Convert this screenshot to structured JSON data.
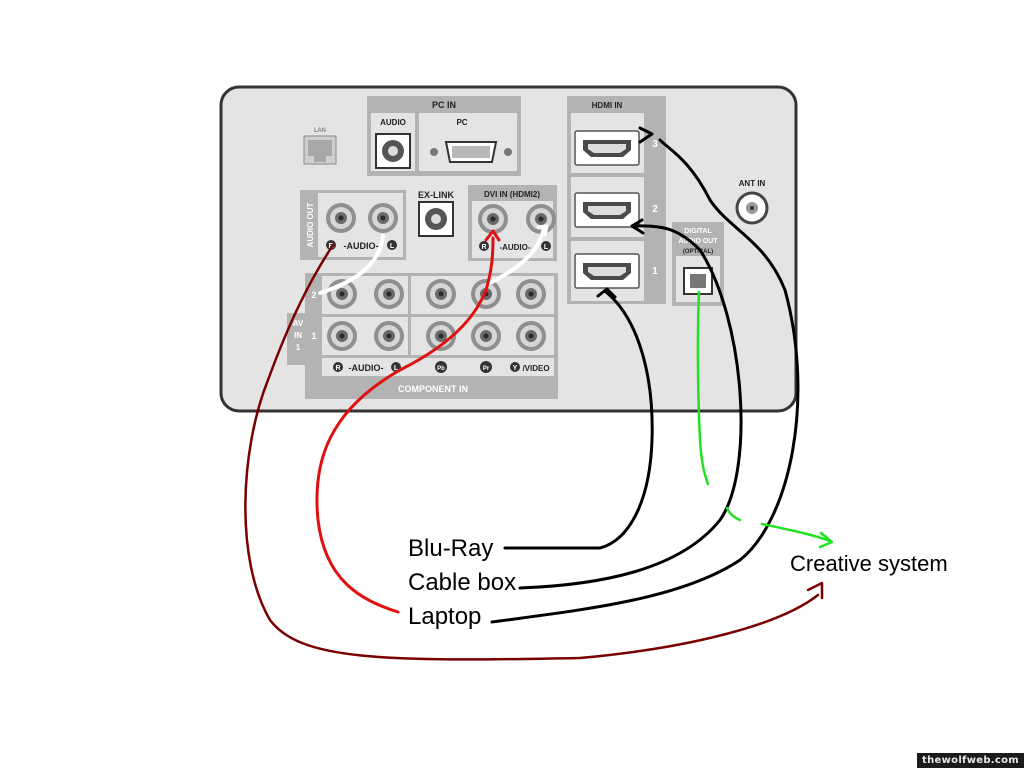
{
  "panel": {
    "lan": "LAN",
    "pc_in": "PC IN",
    "audio": "AUDIO",
    "pc": "PC",
    "hdmi_in": "HDMI IN",
    "hdmi_ports": [
      "3",
      "2",
      "1"
    ],
    "ant_in": "ANT IN",
    "audio_out": "AUDIO OUT",
    "ex_link": "EX-LINK",
    "dvi_in": "DVI IN (HDMI2)",
    "audio_rl": "-AUDIO-",
    "r": "R",
    "l": "L",
    "digital_audio_out": [
      "DIGITAL",
      "AUDIO OUT",
      "(OPTICAL)"
    ],
    "av_in": [
      "AV",
      "IN",
      "1"
    ],
    "row_2": "2",
    "row_1": "1",
    "pb": "Pb",
    "pr": "Pr",
    "y": "Y",
    "video": "/VIDEO",
    "component_in": "COMPONENT IN"
  },
  "labels": {
    "bluray": "Blu-Ray",
    "cable_box": "Cable box",
    "laptop": "Laptop",
    "creative": "Creative system"
  },
  "colors": {
    "hdmi_cable": "#000000",
    "audio_cable": "#7a0000",
    "laptop_audio_cable": "#e01010",
    "optical_cable": "#22e022",
    "white_cable": "#ffffff",
    "panel": "#e4e4e4"
  },
  "watermark": "thewolfweb.com"
}
